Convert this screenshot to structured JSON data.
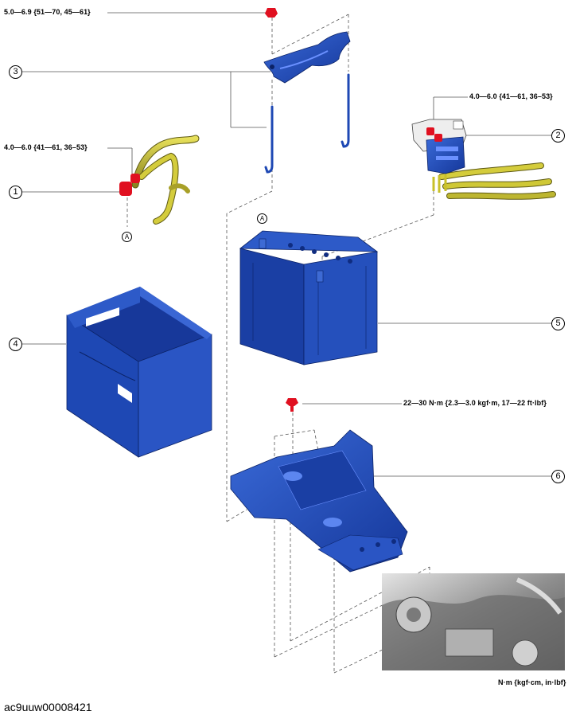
{
  "torque_specs": {
    "bracket_nut": "5.0—6.9 {51—70, 45—61}",
    "neg_terminal": "4.0—6.0 {41—61, 36–53}",
    "pos_terminal": "4.0—6.0 {41—61, 36–53}",
    "tray_bolt": "22—30 N·m {2.3—3.0 kgf·m, 17—22 ft·lbf}"
  },
  "units_note": "N·m {kgf·cm, in·lbf}",
  "callouts": [
    "1",
    "2",
    "3",
    "4",
    "5",
    "6"
  ],
  "ref_marker": "A",
  "figure_code": "ac9uuw00008421",
  "colors": {
    "part_blue": "#1e48b4",
    "fastener_red": "#e01020",
    "cable_yellow": "#c8c02a"
  }
}
